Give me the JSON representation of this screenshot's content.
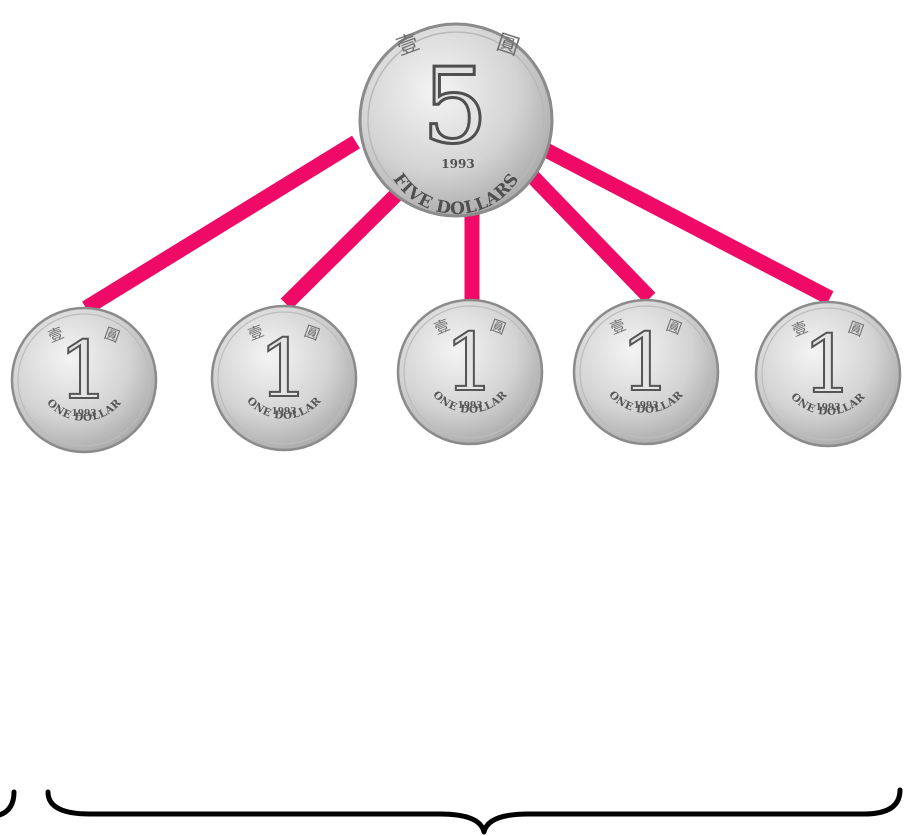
{
  "colors": {
    "connector": "#ee0a66",
    "brace": "#000000",
    "coin_face_light": "#f4f4f4",
    "coin_face_dark": "#a7a7a7",
    "coin_rim": "#8b8b8b",
    "coin_ink": "#6e6e6e"
  },
  "big_coin": {
    "value": "5",
    "year": "1993",
    "legend": "FIVE DOLLARS",
    "chars": [
      "壹",
      "圓"
    ]
  },
  "small_coins": [
    {
      "value": "1",
      "year": "1993",
      "legend": "ONE DOLLAR",
      "chars": [
        "壹",
        "圓"
      ]
    },
    {
      "value": "1",
      "year": "1993",
      "legend": "ONE DOLLAR",
      "chars": [
        "壹",
        "圓"
      ]
    },
    {
      "value": "1",
      "year": "1993",
      "legend": "ONE DOLLAR",
      "chars": [
        "壹",
        "圓"
      ]
    },
    {
      "value": "1",
      "year": "1993",
      "legend": "ONE DOLLAR",
      "chars": [
        "壹",
        "圓"
      ]
    },
    {
      "value": "1",
      "year": "1993",
      "legend": "ONE DOLLAR",
      "chars": [
        "壹",
        "圓"
      ]
    }
  ]
}
